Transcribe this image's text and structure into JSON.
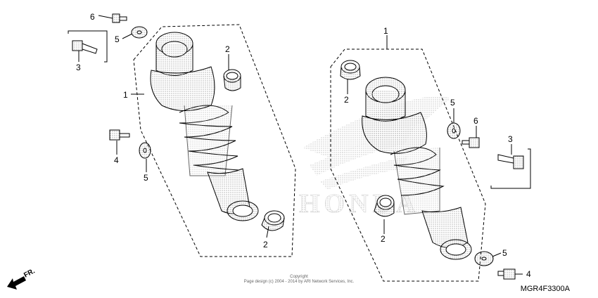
{
  "diagram": {
    "callouts": {
      "left_6": "6",
      "left_5": "5",
      "left_3": "3",
      "left_1": "1",
      "left_2_top": "2",
      "left_4": "4",
      "left_5_mid": "5",
      "left_2_bottom": "2",
      "right_1": "1",
      "right_2_top": "2",
      "right_5": "5",
      "right_6": "6",
      "right_3": "3",
      "right_2_bottom": "2",
      "right_5_bottom": "5",
      "right_4": "4"
    },
    "direction_label": "FR.",
    "reference_code": "MGR4F3300A",
    "copyright_line1": "Copyright",
    "copyright_line2": "Page design (c) 2004 - 2014 by ARI Network Services, Inc.",
    "watermark_brand": "HONDA",
    "colors": {
      "line": "#000000",
      "stipple": "#9a9a9a",
      "watermark": "#c8c8c8"
    }
  }
}
